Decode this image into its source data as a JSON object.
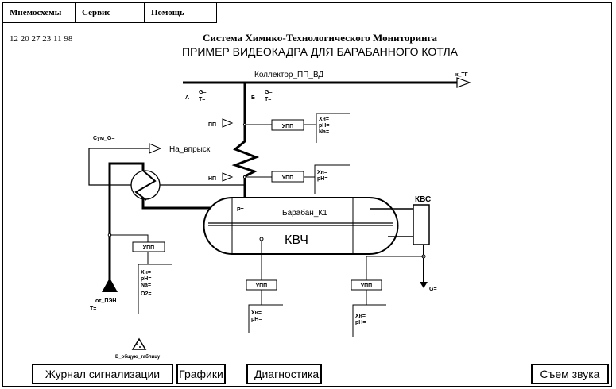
{
  "menu": [
    "Мнемосхемы",
    "Сервис",
    "Помощь"
  ],
  "clock": "12 20 27   23 11 98",
  "header": {
    "title": "Система Химико-Технологического Мониторинга",
    "subtitle": "ПРИМЕР  ВИДЕОКАДРА ДЛЯ  БАРАБАННОГО КОТЛА"
  },
  "diagram": {
    "collector_label": "Коллектор_ПП_ВД",
    "to_turbine": "к_ТГ",
    "point_a": {
      "name": "А",
      "g": "G=",
      "t": "Т="
    },
    "point_b": {
      "name": "Б",
      "g": "G=",
      "t": "Т="
    },
    "pp_label": "ПП",
    "np_label": "НП",
    "injection_sum": "Сум_G=",
    "injection_label": "На_впрыск",
    "drum": {
      "pressure": "P=",
      "name": "Барабан_К1",
      "section": "КВЧ"
    },
    "kvs_label": "КВС",
    "drain_flow": "G=",
    "feed": {
      "name": "от_ПЭН",
      "t": "Т="
    },
    "table_link": "В_общую_таблицу",
    "samplers": [
      {
        "id": "pp",
        "label": "УПП",
        "readings": [
          "Хн=",
          "pH=",
          "Na="
        ]
      },
      {
        "id": "np",
        "label": "УПП",
        "readings": [
          "Хн=",
          "pH="
        ]
      },
      {
        "id": "feed",
        "label": "УПП",
        "readings": [
          "Хн=",
          "pH=",
          "Na=",
          "O2="
        ]
      },
      {
        "id": "kvch",
        "label": "УПП",
        "readings": [
          "Хн=",
          "pH="
        ]
      },
      {
        "id": "kvs",
        "label": "УПП",
        "readings": [
          "Хн=",
          "pH="
        ]
      }
    ]
  },
  "buttons": {
    "alarm_log": "Журнал сигнализации",
    "graphs": "Графики",
    "diagnostics": "Диагностика",
    "sound_off": "Съем звука"
  }
}
